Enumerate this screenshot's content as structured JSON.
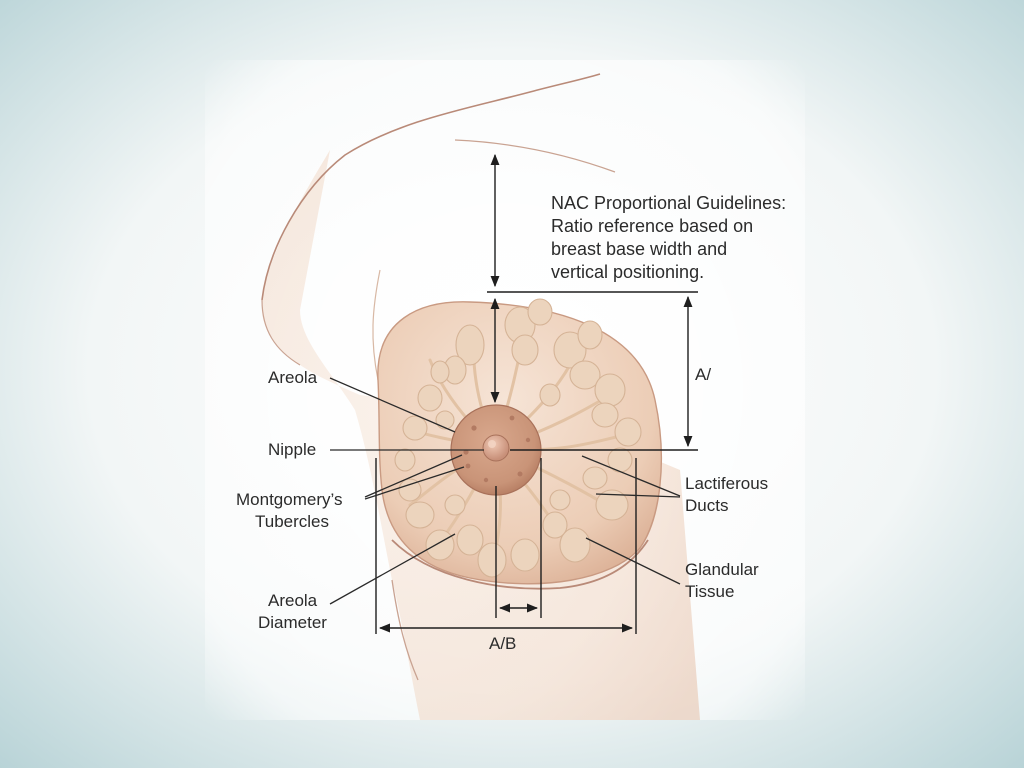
{
  "guideline": {
    "line1": "NAC Proportional Guidelines:",
    "line2": "Ratio reference based on",
    "line3": "breast base width and",
    "line4": "vertical positioning."
  },
  "labels": {
    "areola": "Areola",
    "nipple": "Nipple",
    "montgomery_line1": "Montgomery’s",
    "montgomery_line2": "Tubercles",
    "areola_diameter_line1": "Areola",
    "areola_diameter_line2": "Diameter",
    "lactiferous_line1": "Lactiferous",
    "lactiferous_line2": "Ducts",
    "glandular_line1": "Glandular",
    "glandular_line2": "Tissue"
  },
  "dimensions": {
    "vertical_label": "A/",
    "horizontal_label": "A/B"
  },
  "colors": {
    "background_center": "#ffffff",
    "background_edge": "#b3d0d4",
    "skin": "#f2dccc",
    "skin_shadow": "#e4bfa8",
    "outline": "#b98a78",
    "areola": "#c9967c",
    "nipple": "#d8a891",
    "glandular_tissue": "#ecd4bd",
    "line_color": "#1e1e1e"
  }
}
